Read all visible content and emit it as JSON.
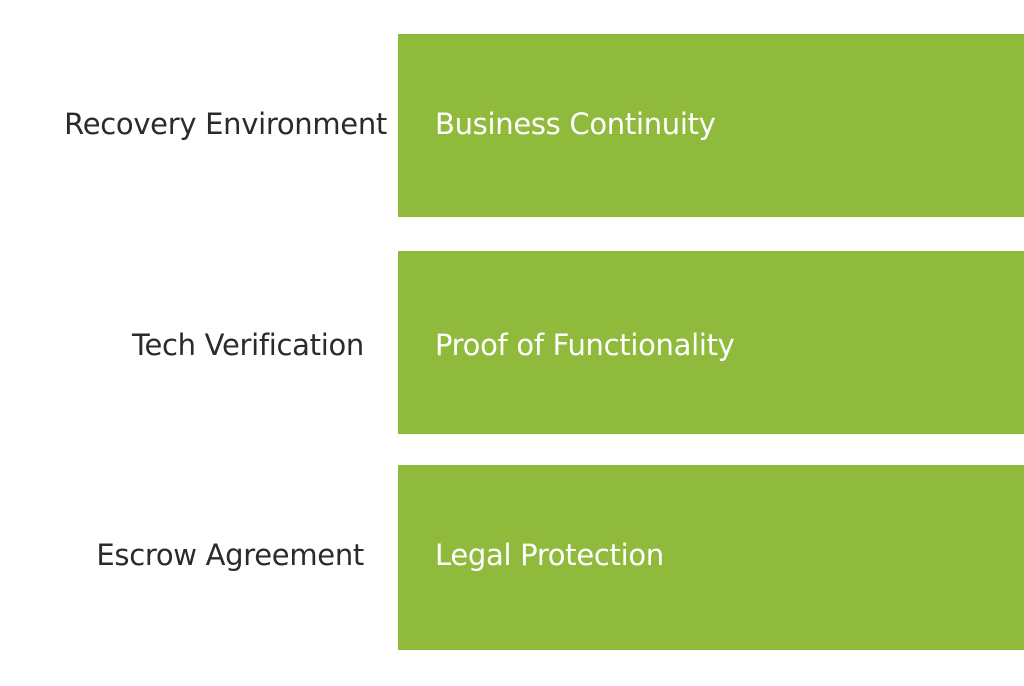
{
  "accent_color": "#8fba3b",
  "rows": [
    {
      "label": "Recovery Environment",
      "box": "Business Continuity"
    },
    {
      "label": "Tech Verification",
      "box": "Proof of Functionality"
    },
    {
      "label": "Escrow Agreement",
      "box": "Legal Protection"
    }
  ]
}
